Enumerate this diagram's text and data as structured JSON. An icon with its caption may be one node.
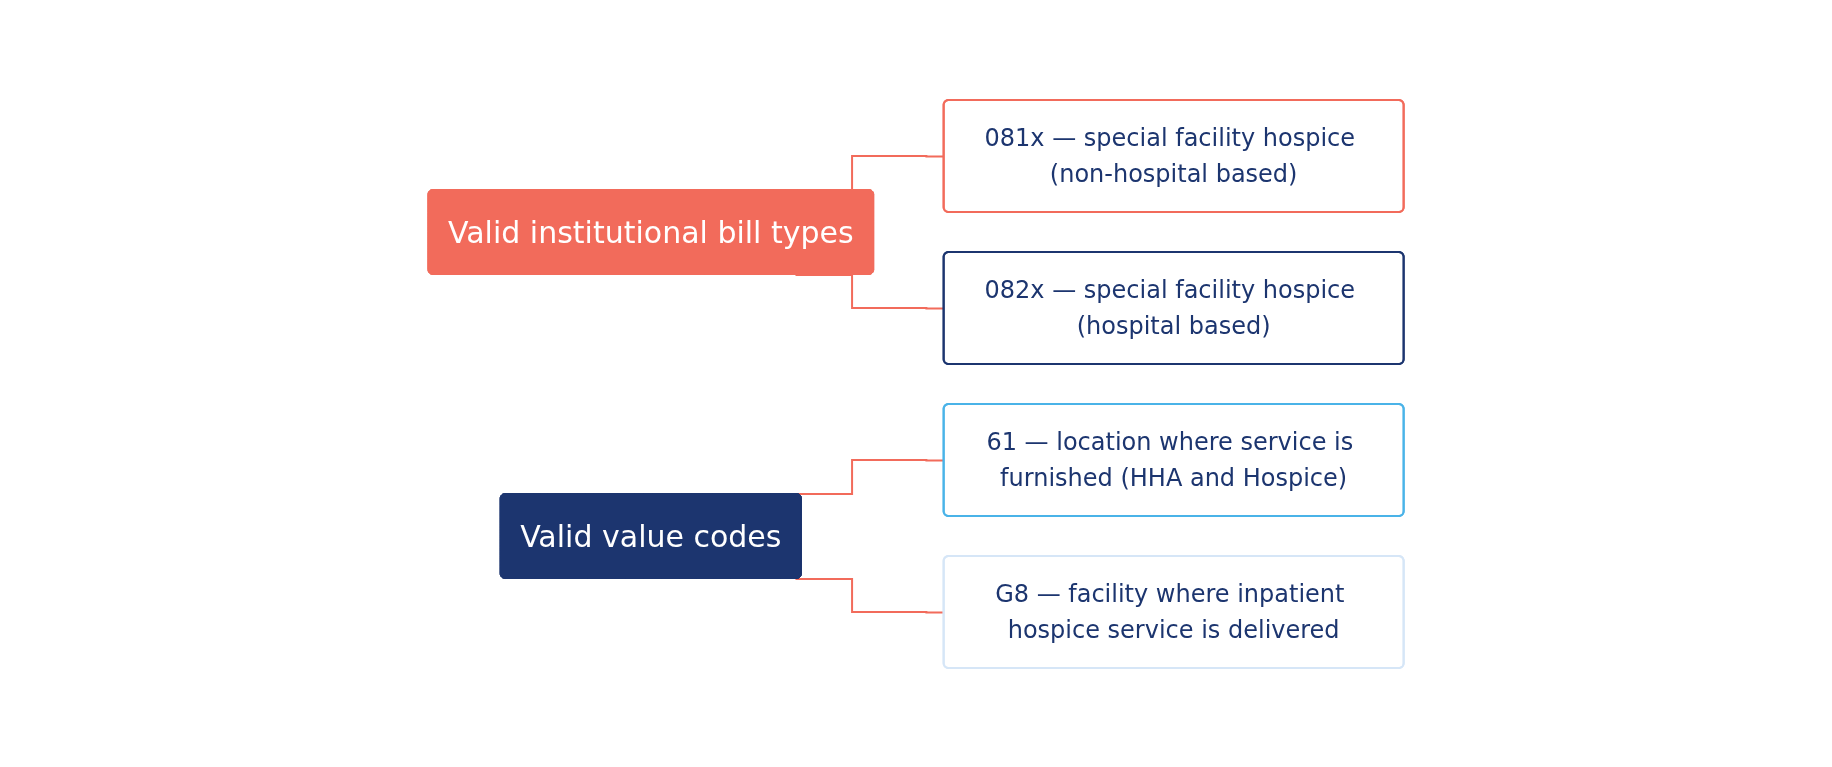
{
  "diagram": {
    "nodes": [
      {
        "text": [
          "Valid institutional bill types"
        ]
      },
      {
        "text": [
          "081x — special facility hospice (non-hospital based)"
        ]
      },
      {
        "text": [
          "082x — special facility hospice (hospital based)"
        ]
      },
      {
        "text": [
          "Valid value codes"
        ]
      },
      {
        "text": [
          "61 — location where service is furnished (HHA and Hospice)"
        ]
      },
      {
        "text": [
          "G8 — facility where inpatient hospice service is delivered"
        ]
      }
    ],
    "edges": [
      {
        "from": 0,
        "to": 1,
        "arrow": "none"
      },
      {
        "from": 0,
        "to": 2,
        "arrow": "none"
      },
      {
        "from": 3,
        "to": 4,
        "arrow": "none"
      },
      {
        "from": 3,
        "to": 5,
        "arrow": "none"
      }
    ]
  }
}
